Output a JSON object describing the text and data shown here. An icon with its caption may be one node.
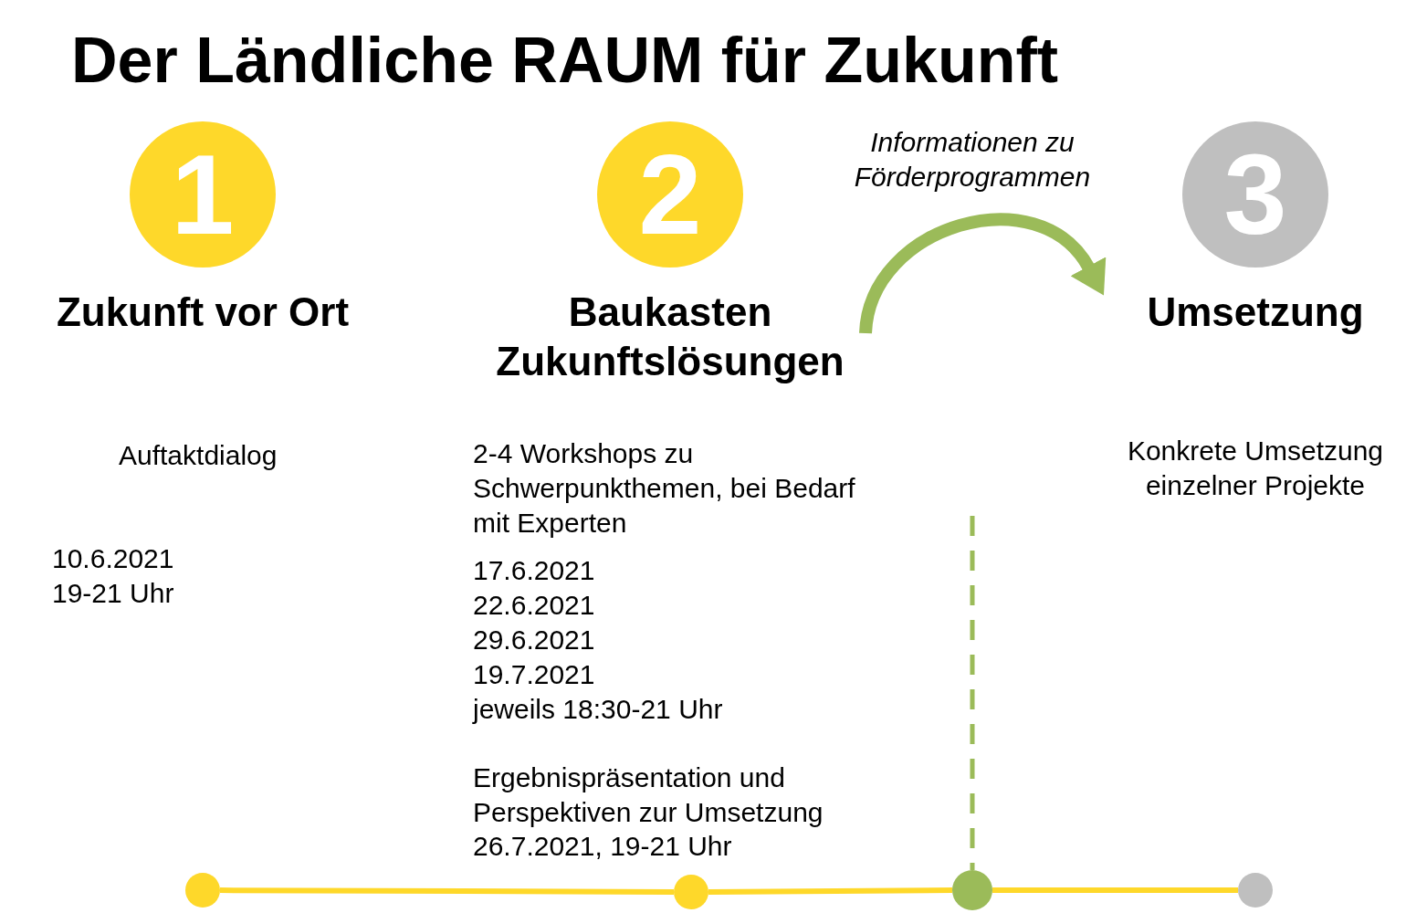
{
  "diagram": {
    "title": "Der Ländliche RAUM für Zukunft",
    "nodes": [
      {
        "text": [
          "1",
          "Zukunft vor Ort"
        ],
        "beside": [
          "Auftaktdialog",
          "10.6.2021",
          "19-21 Uhr"
        ]
      },
      {
        "text": [
          "2",
          "Baukasten Zukunftslösungen"
        ],
        "beside": [
          "2-4 Workshops zu Schwerpunkthemen, bei Bedarf mit Experten",
          "17.6.2021",
          "22.6.2021",
          "29.6.2021",
          "19.7.2021",
          "jeweils 18:30-21 Uhr",
          "Ergebnispräsentation und Perspektiven zur Umsetzung",
          "26.7.2021, 19-21 Uhr"
        ]
      },
      {
        "text": [
          "3",
          "Umsetzung"
        ],
        "beside": [
          "Konkrete Umsetzung einzelner Projekte"
        ]
      },
      {
        "text": [],
        "shape": "circle"
      },
      {
        "text": [],
        "shape": "circle"
      },
      {
        "text": [],
        "shape": "circle"
      },
      {
        "text": [],
        "shape": "circle"
      }
    ],
    "edges": [
      {
        "from": 1,
        "to": 2,
        "arrow": "to",
        "label": "Informationen zu Förderprogrammen",
        "style": "thick",
        "color": "#9bbb59"
      },
      {
        "from": 3,
        "to": 4,
        "arrow": "none"
      },
      {
        "from": 4,
        "to": 5,
        "arrow": "none"
      },
      {
        "from": 5,
        "to": 6,
        "arrow": "none"
      },
      {
        "from": null,
        "to": 5,
        "arrow": "none",
        "style": "dashed",
        "color": "#9bbb59"
      }
    ]
  }
}
